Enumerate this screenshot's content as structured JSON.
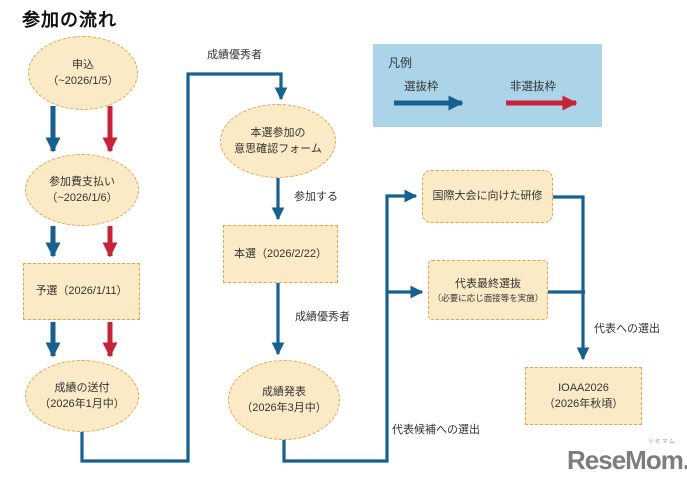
{
  "page_title": "参加の流れ",
  "legend": {
    "title": "凡例",
    "selected_label": "選抜枠",
    "non_selected_label": "非選抜枠"
  },
  "nodes": {
    "apply": {
      "line1": "申込",
      "line2": "（~2026/1/5）"
    },
    "payment": {
      "line1": "参加費支払い",
      "line2": "（~2026/1/6）"
    },
    "preliminary": {
      "line1": "予選（2026/1/11）"
    },
    "results_sent": {
      "line1": "成績の送付",
      "line2": "（2026年1月中）"
    },
    "intent_form": {
      "line1": "本選参加の",
      "line2": "意思確認フォーム"
    },
    "final_round": {
      "line1": "本選（2026/2/22）"
    },
    "results_announced": {
      "line1": "成績発表",
      "line2": "（2026年3月中）"
    },
    "training": {
      "line1": "国際大会に向けた研修"
    },
    "final_selection": {
      "line1": "代表最終選抜",
      "line2": "（必要に応じ面接等を実施）"
    },
    "ioaa": {
      "line1": "IOAA2026",
      "line2": "（2026年秋頃）"
    }
  },
  "edge_labels": {
    "top_performers_1": "成績優秀者",
    "participate": "参加する",
    "top_performers_2": "成績優秀者",
    "candidate_selection": "代表候補への選出",
    "representative_selection": "代表への選出"
  },
  "colors": {
    "node_fill": "#FAEAC5",
    "node_border": "#DFA452",
    "selected_arrow": "#16618F",
    "non_selected_arrow": "#C7243B",
    "legend_bg": "#ABD4E8"
  },
  "logo": {
    "text": "ReseMom.",
    "ruby": "リセマム"
  }
}
